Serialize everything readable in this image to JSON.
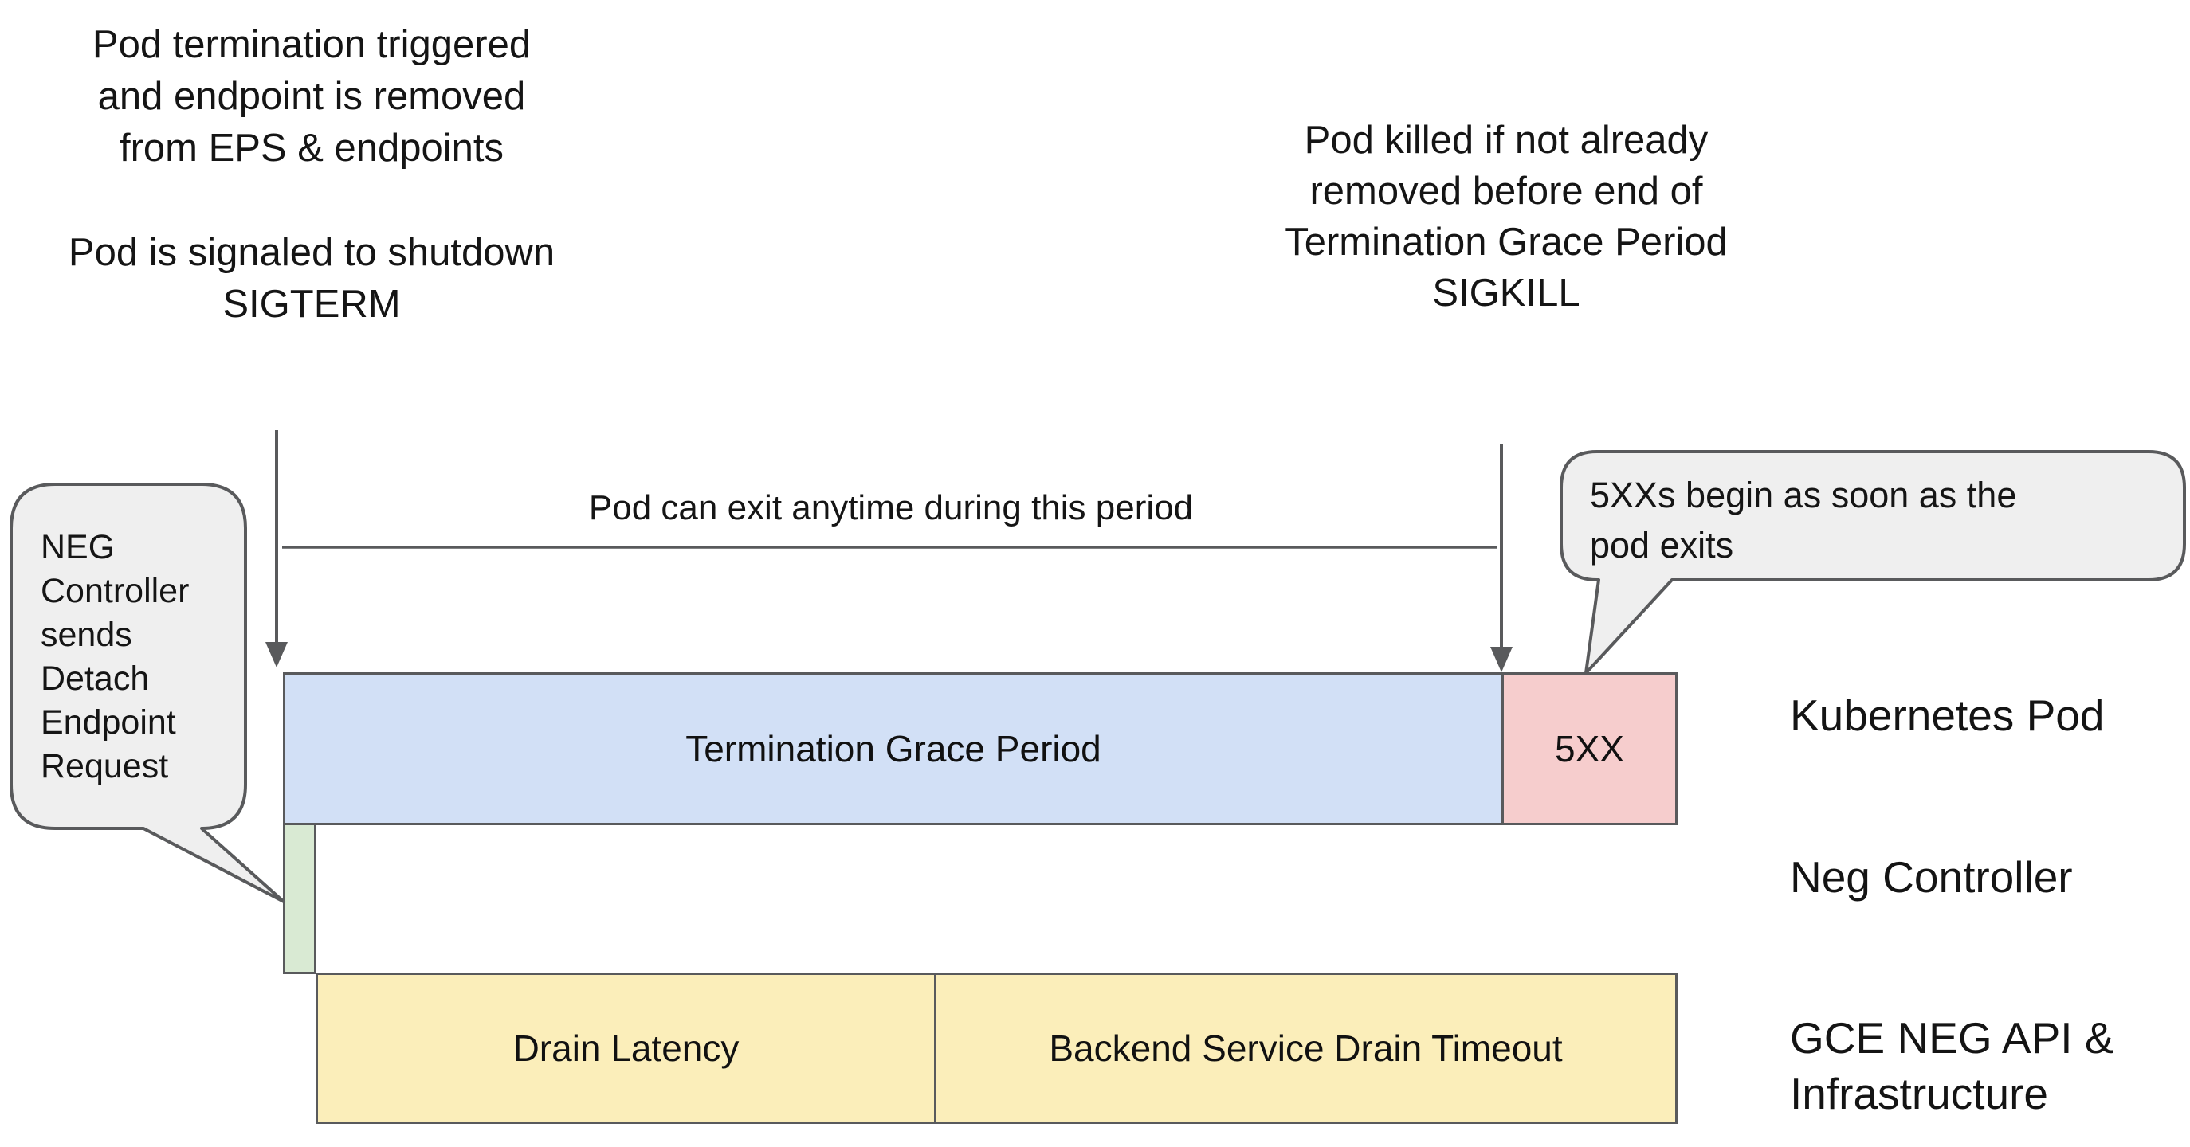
{
  "colors": {
    "background": "#ffffff",
    "outline_gray": "#595a5c",
    "text_black": "#151515",
    "blue_fill": "#d2e0f6",
    "pink_fill": "#f6cdcd",
    "green_fill": "#d9ead3",
    "yellow_fill": "#fbeeba",
    "bubble_fill": "#efefef"
  },
  "annotations": {
    "top_left_block1": {
      "lines": [
        "Pod termination triggered",
        "and endpoint is removed",
        "from EPS & endpoints"
      ]
    },
    "top_left_block2": {
      "lines": [
        "Pod is signaled to shutdown",
        "SIGTERM"
      ]
    },
    "top_right_block": {
      "lines": [
        "Pod killed if not already",
        "removed before end of",
        "Termination Grace Period",
        "SIGKILL"
      ]
    },
    "period_label": "Pod can exit anytime during this period"
  },
  "bubbles": {
    "left": {
      "lines": [
        "NEG",
        "Controller",
        "sends",
        "Detach",
        "Endpoint",
        "Request"
      ]
    },
    "right": {
      "lines": [
        "5XXs begin as soon as the",
        "pod exits"
      ]
    }
  },
  "bars": {
    "termination_grace_label": "Termination Grace Period",
    "five_xx_label": "5XX",
    "drain_latency_label": "Drain Latency",
    "backend_drain_label": "Backend Service Drain Timeout"
  },
  "row_labels": {
    "kubernetes_pod": "Kubernetes Pod",
    "neg_controller": "Neg Controller",
    "gce_line1": "GCE NEG API &",
    "gce_line2": "Infrastructure"
  }
}
